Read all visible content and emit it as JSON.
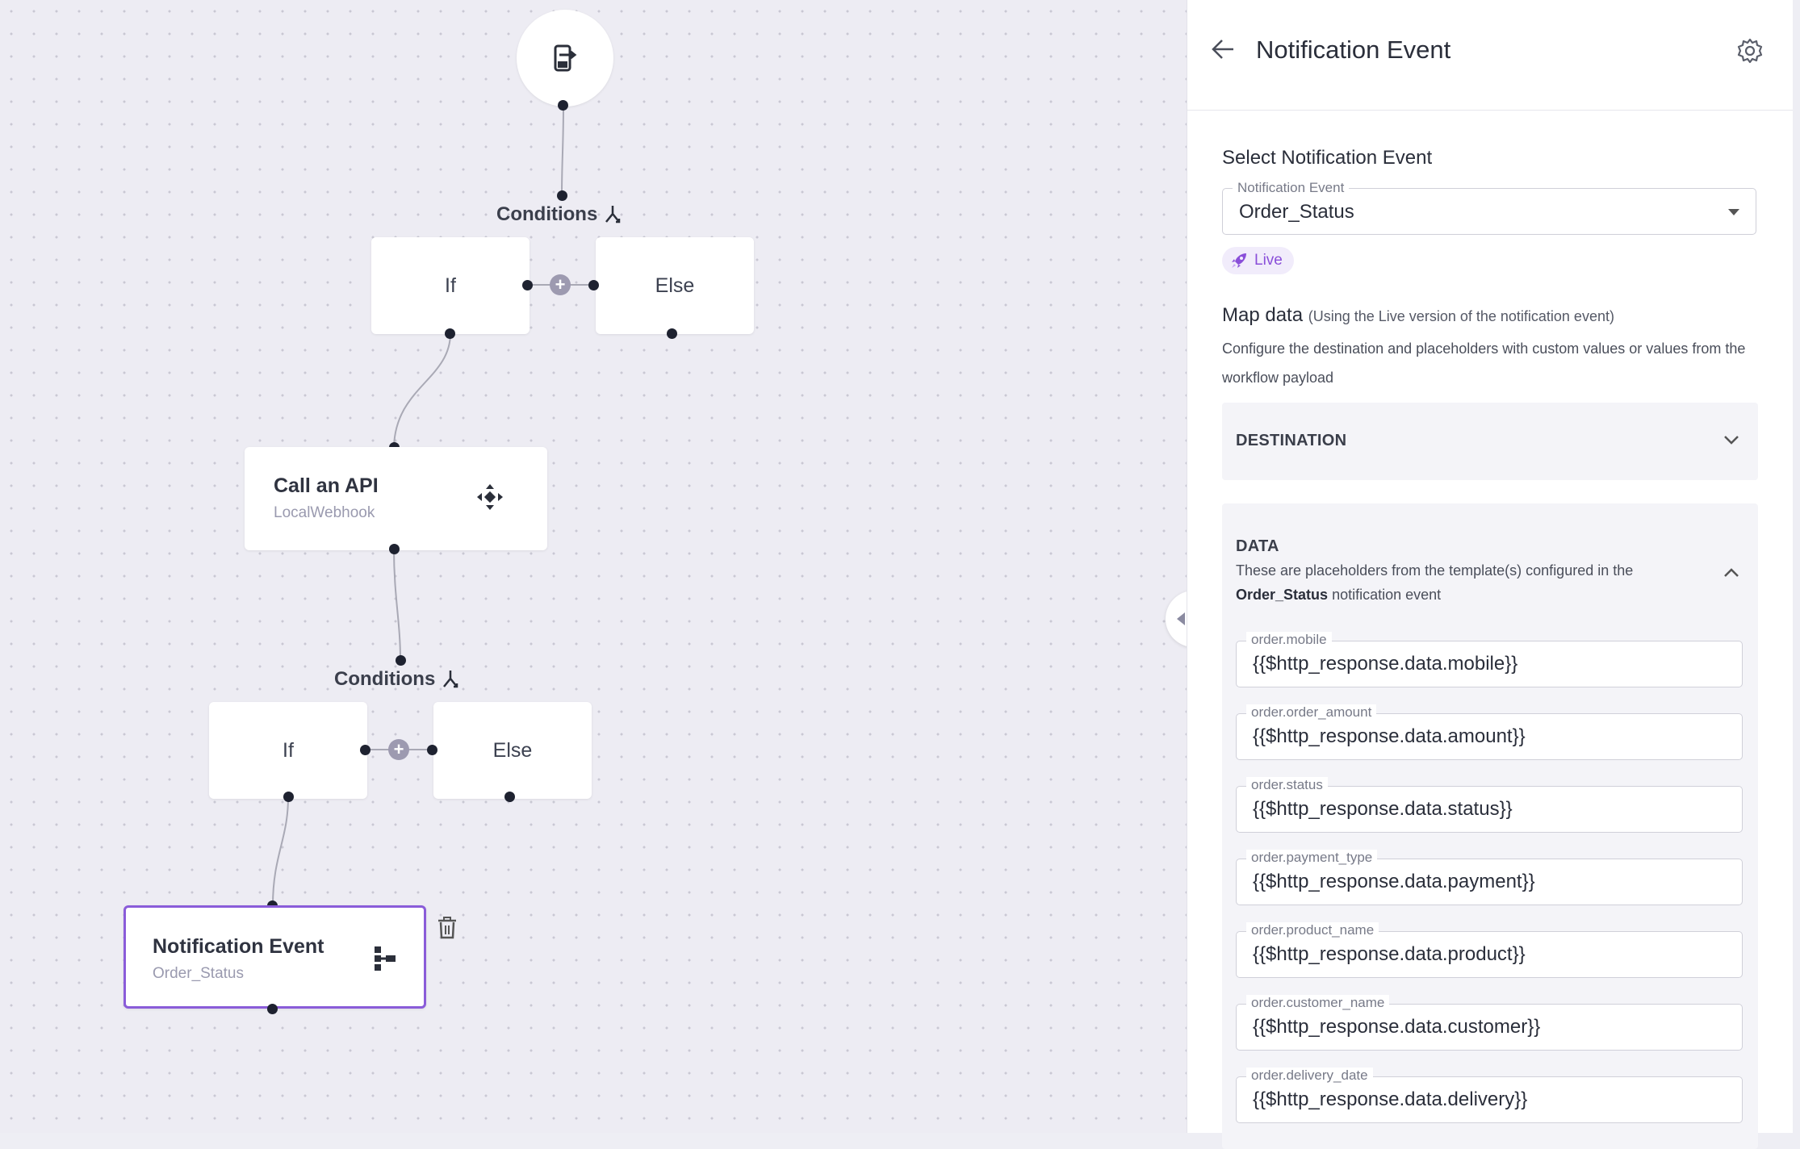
{
  "canvas": {
    "conditions_label": "Conditions",
    "branch1": {
      "if_label": "If",
      "else_label": "Else"
    },
    "api_step": {
      "title": "Call an API",
      "subtitle": "LocalWebhook"
    },
    "branch2": {
      "if_label": "If",
      "else_label": "Else"
    },
    "notify_step": {
      "title": "Notification Event",
      "subtitle": "Order_Status"
    },
    "icons": [
      "exit-icon",
      "fork-icon",
      "plus-icon",
      "api-icon",
      "tree-icon",
      "trash-icon"
    ],
    "colors": {
      "selected_border": "#8a5cd9",
      "node_dot": "#1e2230"
    }
  },
  "panel": {
    "title": "Notification Event",
    "select_section_title": "Select Notification Event",
    "select": {
      "label": "Notification Event",
      "value": "Order_Status"
    },
    "live_badge": "Live",
    "map_title": "Map data",
    "map_title_note": "(Using the Live version of the notification event)",
    "map_description": "Configure the destination and placeholders with custom values or values from the workflow payload",
    "destination_title": "DESTINATION",
    "data_title": "DATA",
    "data_desc_pre": "These are placeholders from the template(s) configured in the",
    "data_desc_event": "Order_Status",
    "data_desc_post": "notification event",
    "fields": [
      {
        "label": "order.mobile",
        "value": "{{$http_response.data.mobile}}"
      },
      {
        "label": "order.order_amount",
        "value": "{{$http_response.data.amount}}"
      },
      {
        "label": "order.status",
        "value": "{{$http_response.data.status}}"
      },
      {
        "label": "order.payment_type",
        "value": "{{$http_response.data.payment}}"
      },
      {
        "label": "order.product_name",
        "value": "{{$http_response.data.product}}"
      },
      {
        "label": "order.customer_name",
        "value": "{{$http_response.data.customer}}"
      },
      {
        "label": "order.delivery_date",
        "value": "{{$http_response.data.delivery}}"
      }
    ],
    "colors": {
      "live_badge_bg": "#f1ecfb",
      "live_badge_text": "#8a4fd9"
    }
  }
}
